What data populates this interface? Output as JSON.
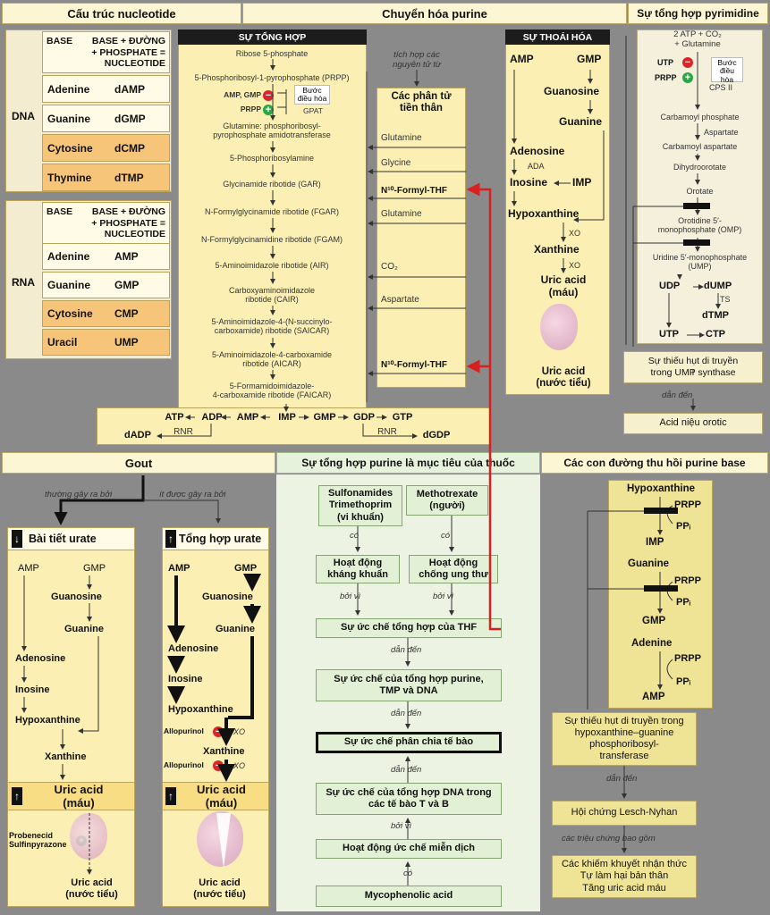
{
  "headers": {
    "nucleotide": "Cấu trúc nucleotide",
    "purine": "Chuyển hóa purine",
    "pyrimidine": "Sự tổng hợp pyrimidine",
    "gout": "Gout",
    "drug_target": "Sự tổng hợp purine là mục tiêu của thuốc",
    "salvage": "Các con đường thu hồi purine base"
  },
  "nucleotide": {
    "dna_label": "DNA",
    "rna_label": "RNA",
    "col_base": "BASE",
    "col_nucleotide": "BASE + ĐƯỜNG\n+ PHOSPHATE =\nNUCLEOTIDE",
    "dna_rows": [
      {
        "base": "Adenine",
        "nuc": "dAMP"
      },
      {
        "base": "Guanine",
        "nuc": "dGMP"
      },
      {
        "base": "Cytosine",
        "nuc": "dCMP"
      },
      {
        "base": "Thymine",
        "nuc": "dTMP"
      }
    ],
    "rna_rows": [
      {
        "base": "Adenine",
        "nuc": "AMP"
      },
      {
        "base": "Guanine",
        "nuc": "GMP"
      },
      {
        "base": "Cytosine",
        "nuc": "CMP"
      },
      {
        "base": "Uracil",
        "nuc": "UMP"
      }
    ]
  },
  "purine": {
    "synthesis_title": "SỰ TỔNG HỢP",
    "degradation_title": "SỰ THOÁI HÓA",
    "steps": [
      "Ribose 5-phosphate",
      "5-Phosphoribosyl-1-pyrophosphate (PRPP)",
      "Glutamine: phosphoribosyl-\npyrophosphate amidotransferase",
      "5-Phosphoribosylamine",
      "Glycinamide ribotide (GAR)",
      "N-Formylglycinamide ribotide (FGAR)",
      "N-Formylglycinamidine ribotide (FGAM)",
      "5-Aminoimidazole ribotide (AIR)",
      "Carboxyaminoimidazole\nribotide (CAIR)",
      "5-Aminoimidazole-4-(N-succinylo-\ncarboxamide) ribotide (SAICAR)",
      "5-Aminoimidazole-4-carboxamide\nribotide (AICAR)",
      "5-Formamidoimidazole-\n4-carboxamide ribotide (FAICAR)"
    ],
    "reg_amp_gmp": "AMP, GMP",
    "reg_prpp": "PRPP",
    "reg_note": "Bước\nđiều hòa",
    "reg_enzyme": "GPAT",
    "integrate_note": "tích hợp các\nnguyên tử từ",
    "precursor_title": "Các phân tử\ntiền thân",
    "precursors": [
      "Glutamine",
      "Glycine",
      "N¹⁰-Formyl-THF",
      "Glutamine",
      "CO₂",
      "Aspartate",
      "N¹⁰-Formyl-THF"
    ],
    "bottom": {
      "atp": "ATP",
      "adp": "ADP",
      "amp": "AMP",
      "imp": "IMP",
      "gmp": "GMP",
      "gdp": "GDP",
      "gtp": "GTP",
      "dadp": "dADP",
      "dgdp": "dGDP",
      "rnr1": "RNR",
      "rnr2": "RNR"
    },
    "deg": {
      "amp": "AMP",
      "gmp": "GMP",
      "guanosine": "Guanosine",
      "guanine": "Guanine",
      "adenosine": "Adenosine",
      "ada": "ADA",
      "inosine": "Inosine",
      "imp": "IMP",
      "hypoxanthine": "Hypoxanthine",
      "xo1": "XO",
      "xanthine": "Xanthine",
      "xo2": "XO",
      "uric_blood": "Uric acid\n(máu)",
      "uric_urine": "Uric acid\n(nước tiểu)"
    }
  },
  "pyrimidine": {
    "start": "2 ATP + CO₂\n+ Glutamine",
    "utp": "UTP",
    "prpp": "PRPP",
    "reg_note": "Bước\nđiều hòa",
    "cps": "CPS II",
    "carbamoyl_p": "Carbamoyl phosphate",
    "aspartate": "Aspartate",
    "carbamoyl_asp": "Carbamoyl aspartate",
    "dihydro": "Dihydroorotate",
    "orotate": "Orotate",
    "omp": "Orotidine 5′-\nmonophosphate (OMP)",
    "ump": "Uridine 5′-monophosphate\n(UMP)",
    "udp": "UDP",
    "dump": "dUMP",
    "ts": "TS",
    "dtmp": "dTMP",
    "utp2": "UTP",
    "ctp": "CTP",
    "deficiency": "Sự thiếu hụt di truyền\ntrong UMP synthase",
    "leads": "dẫn đến",
    "result": "Acid niệu orotic"
  },
  "gout": {
    "common": "thường gây ra bởi",
    "rare": "ít được gây ra bởi",
    "left_title": "Bài tiết urate",
    "right_title": "Tổng hợp urate",
    "nodes": {
      "amp": "AMP",
      "gmp": "GMP",
      "guanosine": "Guanosine",
      "guanine": "Guanine",
      "adenosine": "Adenosine",
      "inosine": "Inosine",
      "hypoxanthine": "Hypoxanthine",
      "xanthine": "Xanthine"
    },
    "uric_blood": "Uric acid\n(máu)",
    "uric_urine": "Uric acid\n(nước tiểu)",
    "probenecid": "Probenecid\nSulfinpyrazone",
    "allopurinol": "Allopurinol",
    "xo": "XO"
  },
  "drug": {
    "sulfa": "Sulfonamides\nTrimethoprim\n(vi khuẩn)",
    "mtx": "Methotrexate\n(người)",
    "co": "có",
    "boivi": "bởi vì",
    "danden": "dẫn đến",
    "antibac": "Hoạt động\nkháng khuẩn",
    "anticancer": "Hoạt động\nchống ung thư",
    "thf": "Sự ức chế tổng hợp của THF",
    "purine_inh": "Sự ức chế của tổng hợp purine,\nTMP và DNA",
    "cell_div": "Sự ức chế phân chia tế bào",
    "dna_tb": "Sự ức chế của tổng hợp DNA trong\ncác tế bào T và B",
    "immuno": "Hoạt động ức chế miễn dịch",
    "myco": "Mycophenolic acid"
  },
  "salvage": {
    "hypoxanthine": "Hypoxanthine",
    "guanine": "Guanine",
    "adenine": "Adenine",
    "prpp": "PRPP",
    "ppi": "PPᵢ",
    "imp": "IMP",
    "gmp": "GMP",
    "amp": "AMP",
    "deficiency": "Sự thiếu hụt di truyền trong\nhypoxanthine–guanine\nphosphoribosyl-\ntransferase",
    "leads": "dẫn đến",
    "lesch": "Hội chứng Lesch-Nyhan",
    "includes": "các triệu chứng bao gồm",
    "symptoms": "Các khiếm khuyết nhận thức\nTự làm hại bản thân\nTăng uric acid máu"
  }
}
